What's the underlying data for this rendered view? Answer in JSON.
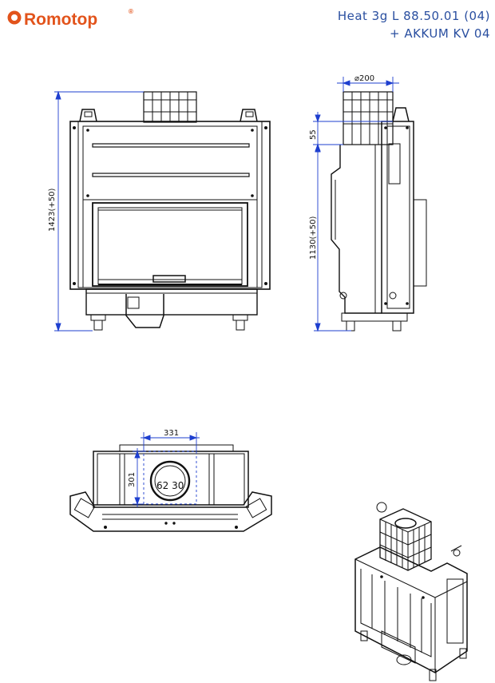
{
  "brand": {
    "name": "Romotop",
    "registered": "®",
    "color": "#e2531b"
  },
  "title": {
    "line1": "Heat 3g L 88.50.01 (04)",
    "line2": "+ AKKUM KV 04",
    "color": "#2a4fa0"
  },
  "views": {
    "front": {
      "height_label": "1423(+50)"
    },
    "side": {
      "diameter_label": "⌀200",
      "offset_label": "55",
      "height_label": "1130(+50)"
    },
    "top": {
      "width_label": "331",
      "depth_label": "301",
      "inner_label": "62 30"
    }
  },
  "dimension_color": "#1e3fcf"
}
